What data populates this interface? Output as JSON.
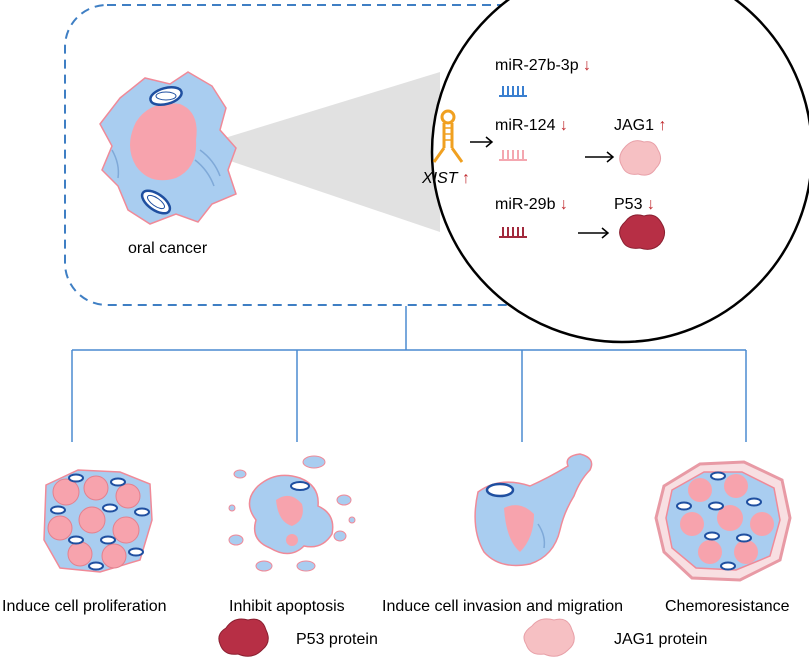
{
  "top_panel": {
    "cell_label": "oral cancer",
    "lncrna": "XIST",
    "lncrna_arrow": "↑",
    "mirnas": [
      {
        "name": "miR-27b-3p",
        "arrow": "↓",
        "color": "#3a7fd0"
      },
      {
        "name": "miR-124",
        "arrow": "↓",
        "color": "#f4a7b0"
      },
      {
        "name": "miR-29b",
        "arrow": "↓",
        "color": "#a22a3d"
      }
    ],
    "targets": [
      {
        "name": "JAG1",
        "arrow": "↑"
      },
      {
        "name": "P53",
        "arrow": "↓"
      }
    ]
  },
  "outcomes": [
    {
      "label": "Induce cell proliferation"
    },
    {
      "label": "Inhibit apoptosis"
    },
    {
      "label": "Induce cell invasion and migration"
    },
    {
      "label": "Chemoresistance"
    }
  ],
  "legend": [
    {
      "label": "P53 protein",
      "color": "#b72f45"
    },
    {
      "label": "JAG1 protein",
      "color": "#f6c0c3"
    }
  ],
  "colors": {
    "cell_fill": "#a9cdf0",
    "cell_edge": "#f08a98",
    "nucleus": "#f7a3ad",
    "line": "#4a8ad0",
    "dashed_border": "#3f7fc4"
  }
}
